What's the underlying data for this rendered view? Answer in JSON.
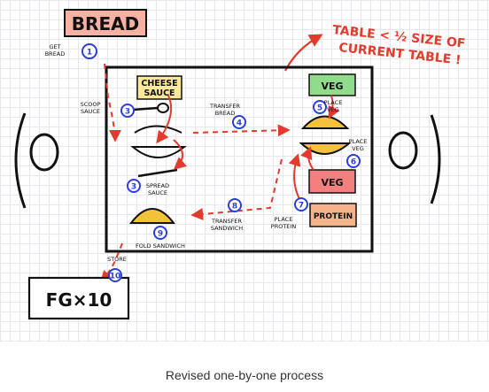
{
  "diagram": {
    "title": "BREAD",
    "note": "TABLE < 1/2 SIZE OF CURRENT TABLE !",
    "note_line1": "TABLE < ½ SIZE OF",
    "note_line2": "CURRENT TABLE !",
    "stations": {
      "cheese_sauce_line1": "CHEESE",
      "cheese_sauce_line2": "SAUCE",
      "veg_top": "VEG",
      "veg_mid": "VEG",
      "protein": "PROTEIN",
      "output_box": "FG×10"
    },
    "steps": [
      {
        "n": "1",
        "line1": "GET",
        "line2": "BREAD"
      },
      {
        "n": "3",
        "line1": "SCOOP",
        "line2": "SAUCE"
      },
      {
        "n": "4",
        "line1": "TRANSFER",
        "line2": "BREAD"
      },
      {
        "n": "5",
        "line1": "PLACE",
        "line2": "VEG"
      },
      {
        "n": "6",
        "line1": "PLACE",
        "line2": "VEG"
      },
      {
        "n": "7",
        "line1": "PLACE",
        "line2": "PROTEIN"
      },
      {
        "n": "8",
        "line1": "TRANSFER",
        "line2": "SANDWICH"
      },
      {
        "n": "9",
        "line1": "FOLD SANDWICH",
        "line2": ""
      },
      {
        "n": "3",
        "line1": "SPREAD",
        "line2": "SAUCE"
      },
      {
        "n": "10",
        "line1": "STORE",
        "line2": ""
      }
    ],
    "colors": {
      "ink": "#111111",
      "arrow": "#e23b2e",
      "step_circle": "#2b3fd6",
      "bread_fill": "#f3c23a",
      "veg_fill": "#8fdc8a",
      "veg2_fill": "#f47f7f",
      "protein_fill": "#f4b38a",
      "cheese_fill": "#fde79a",
      "title_fill": "#f7b1a3"
    }
  },
  "caption": "Revised one-by-one process"
}
